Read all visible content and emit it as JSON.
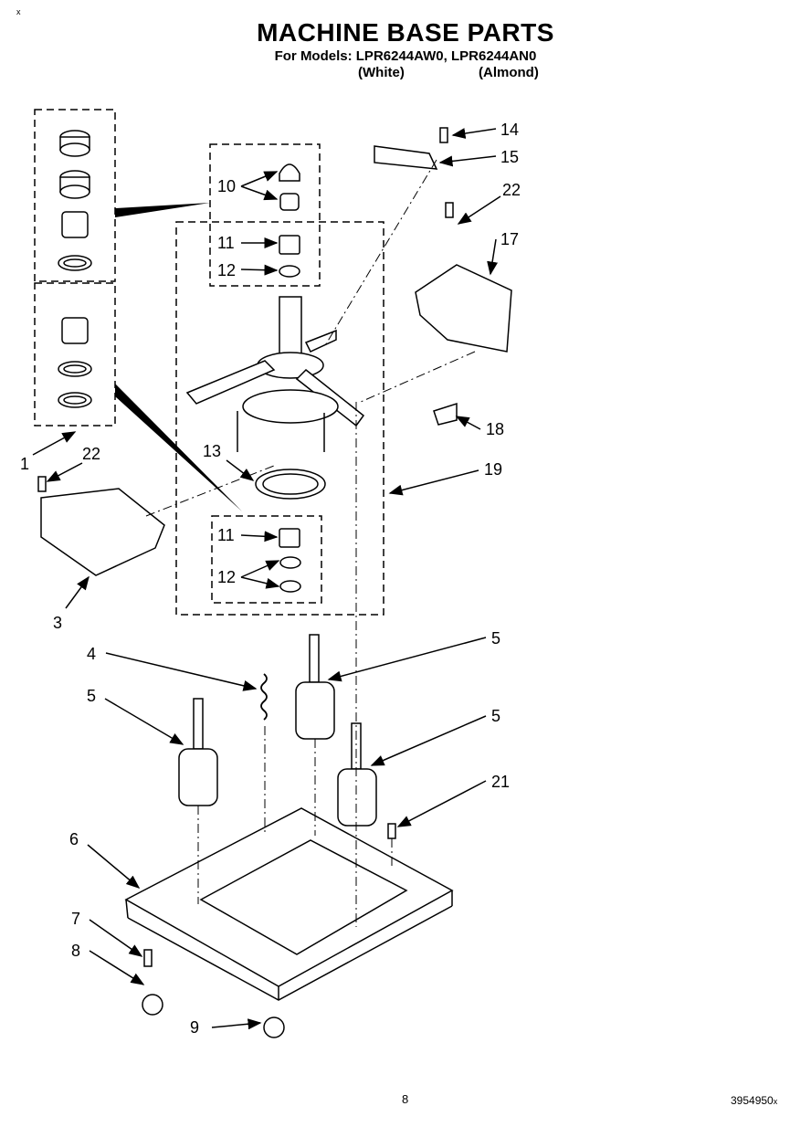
{
  "header": {
    "title": "MACHINE BASE PARTS",
    "models_line": "For Models: LPR6244AW0, LPR6244AN0",
    "variant_white": "(White)",
    "variant_almond": "(Almond)"
  },
  "callouts": [
    "1",
    "3",
    "4",
    "5",
    "5",
    "5",
    "6",
    "7",
    "8",
    "9",
    "10",
    "11",
    "11",
    "12",
    "12",
    "13",
    "14",
    "15",
    "17",
    "18",
    "19",
    "21",
    "22",
    "22"
  ],
  "footer": {
    "page_number": "8",
    "doc_number": "3954950",
    "doc_suffix": "x",
    "corner_mark": "x"
  }
}
